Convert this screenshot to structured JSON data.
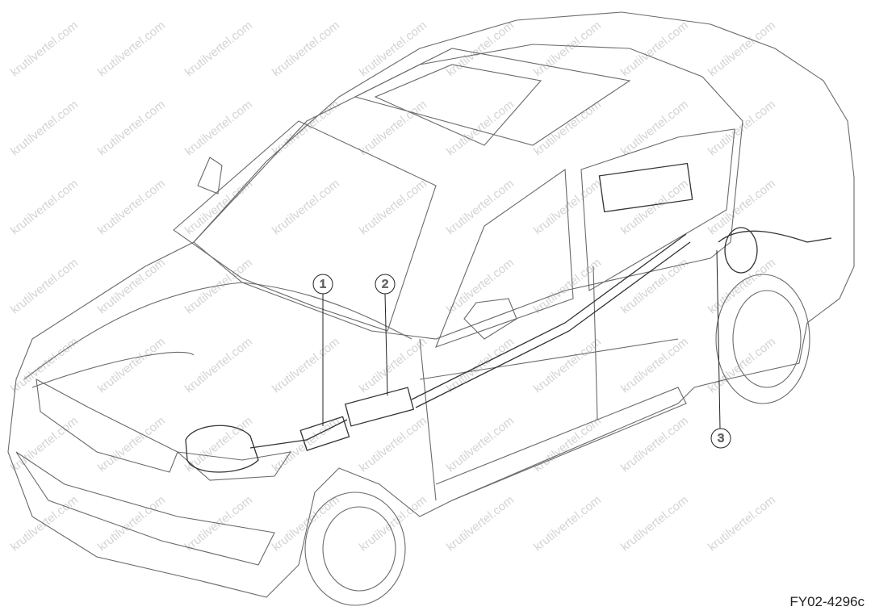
{
  "figure_code": "FY02-4296c",
  "watermark": "krutilvertel.com",
  "callouts": [
    {
      "number": "1"
    },
    {
      "number": "2"
    },
    {
      "number": "3"
    }
  ]
}
